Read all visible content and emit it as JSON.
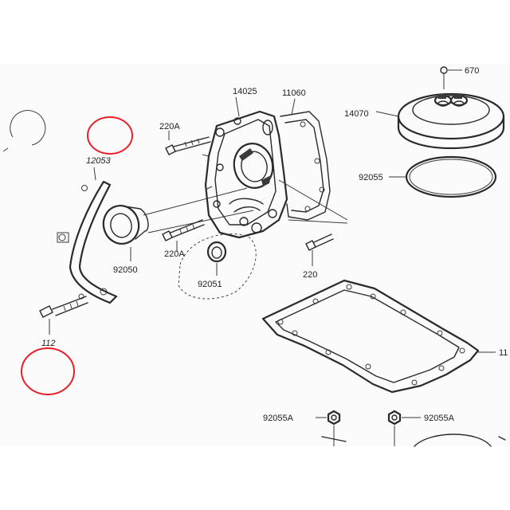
{
  "diagram": {
    "labels": {
      "p670": "670",
      "p14070": "14070",
      "p14025": "14025",
      "p11060": "11060",
      "p220a_top": "220A",
      "p12053": "12053",
      "p92055_right": "92055",
      "p92050": "92050",
      "p220a_mid": "220A",
      "p92051": "92051",
      "p220": "220",
      "p112": "112",
      "p11_cut": "11",
      "p92055a_left": "92055A",
      "p92055a_right": "92055A"
    },
    "colors": {
      "paper": "#fbfbfb",
      "line": "#2a2a2a",
      "highlight_circle": "#e8202a"
    }
  }
}
